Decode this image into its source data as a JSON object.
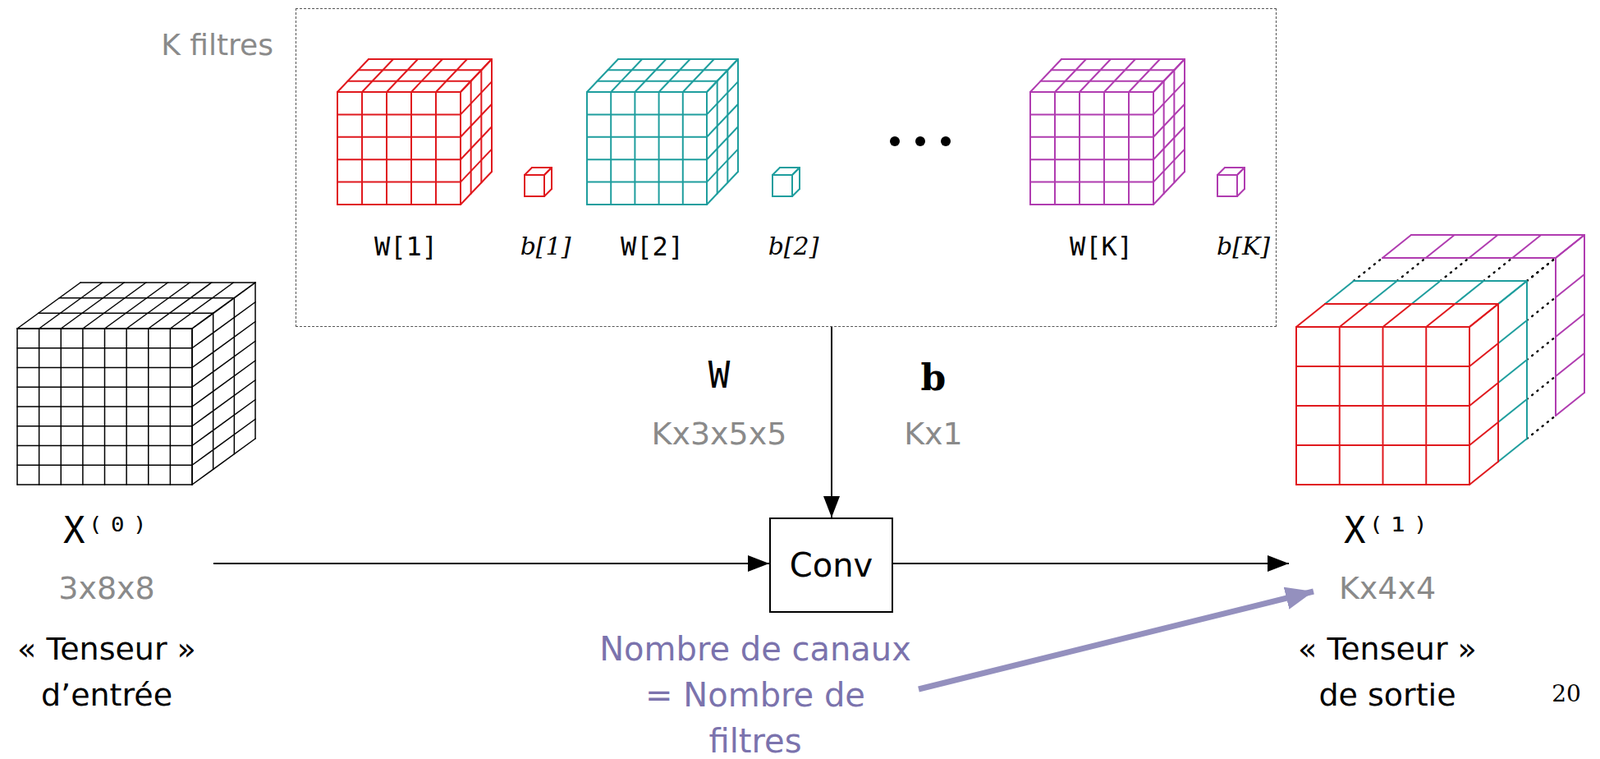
{
  "diagram": {
    "nodes": [
      {
        "text": [
          "K filtres"
        ]
      },
      {
        "text": [
          "W[1]"
        ],
        "in": 0
      },
      {
        "text": [
          "b[1]"
        ],
        "in": 0
      },
      {
        "text": [
          "W[2]"
        ],
        "in": 0
      },
      {
        "text": [
          "b[2]"
        ],
        "in": 0
      },
      {
        "text": [
          "W[K]"
        ],
        "in": 0
      },
      {
        "text": [
          "b[K]"
        ],
        "in": 0
      },
      {
        "text": [
          "X⁽⁰⁾",
          "3x8x8",
          "« Tenseur » d’entrée"
        ]
      },
      {
        "text": [
          "Conv"
        ]
      },
      {
        "text": [
          "X⁽¹⁾",
          "Kx4x4",
          "« Tenseur » de sortie"
        ]
      }
    ],
    "edges": [
      {
        "from": 7,
        "to": 8,
        "arrow": "to"
      },
      {
        "from": 0,
        "to": 8,
        "arrow": "to"
      },
      {
        "from": 8,
        "to": 9,
        "arrow": "to"
      }
    ],
    "labels": [
      "W",
      "Kx3x5x5",
      "b",
      "Kx1",
      "Nombre de canaux = Nombre de filtres",
      "20"
    ]
  }
}
